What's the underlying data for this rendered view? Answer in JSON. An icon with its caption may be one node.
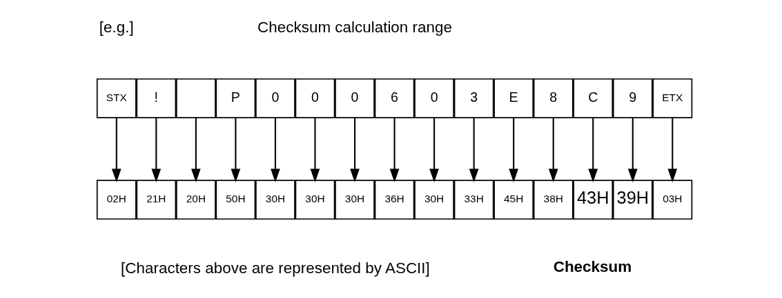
{
  "diagram": {
    "nodes": [
      {
        "text": [
          "STX"
        ]
      },
      {
        "text": [
          "!"
        ]
      },
      {
        "text": [],
        "shape": "box"
      },
      {
        "text": [
          "P"
        ]
      },
      {
        "text": [
          "0"
        ]
      },
      {
        "text": [
          "0"
        ]
      },
      {
        "text": [
          "0"
        ]
      },
      {
        "text": [
          "6"
        ]
      },
      {
        "text": [
          "0"
        ]
      },
      {
        "text": [
          "3"
        ]
      },
      {
        "text": [
          "E"
        ]
      },
      {
        "text": [
          "8"
        ]
      },
      {
        "text": [
          "C"
        ]
      },
      {
        "text": [
          "9"
        ]
      },
      {
        "text": [
          "ETX"
        ]
      },
      {
        "text": [
          "02H"
        ]
      },
      {
        "text": [
          "21H"
        ]
      },
      {
        "text": [
          "20H"
        ]
      },
      {
        "text": [
          "50H"
        ]
      },
      {
        "text": [
          "30H"
        ]
      },
      {
        "text": [
          "30H"
        ]
      },
      {
        "text": [
          "30H"
        ]
      },
      {
        "text": [
          "36H"
        ]
      },
      {
        "text": [
          "30H"
        ]
      },
      {
        "text": [
          "33H"
        ]
      },
      {
        "text": [
          "45H"
        ]
      },
      {
        "text": [
          "38H"
        ]
      },
      {
        "text": [
          "43H"
        ]
      },
      {
        "text": [
          "39H"
        ]
      },
      {
        "text": [
          "03H"
        ]
      }
    ],
    "edges": [
      {
        "from": 0,
        "to": 15,
        "arrow": "to"
      },
      {
        "from": 1,
        "to": 16,
        "arrow": "to"
      },
      {
        "from": 2,
        "to": 17,
        "arrow": "to"
      },
      {
        "from": 3,
        "to": 18,
        "arrow": "to"
      },
      {
        "from": 4,
        "to": 19,
        "arrow": "to"
      },
      {
        "from": 5,
        "to": 20,
        "arrow": "to"
      },
      {
        "from": 6,
        "to": 21,
        "arrow": "to"
      },
      {
        "from": 7,
        "to": 22,
        "arrow": "to"
      },
      {
        "from": 8,
        "to": 23,
        "arrow": "to"
      },
      {
        "from": 9,
        "to": 24,
        "arrow": "to"
      },
      {
        "from": 10,
        "to": 25,
        "arrow": "to"
      },
      {
        "from": 11,
        "to": 26,
        "arrow": "to"
      },
      {
        "from": 12,
        "to": 27,
        "arrow": "to"
      },
      {
        "from": 13,
        "to": 28,
        "arrow": "to"
      },
      {
        "from": 14,
        "to": 29,
        "arrow": "to"
      }
    ],
    "labels": [
      "[e.g.]",
      "Checksum calculation range",
      "[Characters above are represented by ASCII]",
      "Checksum"
    ]
  }
}
